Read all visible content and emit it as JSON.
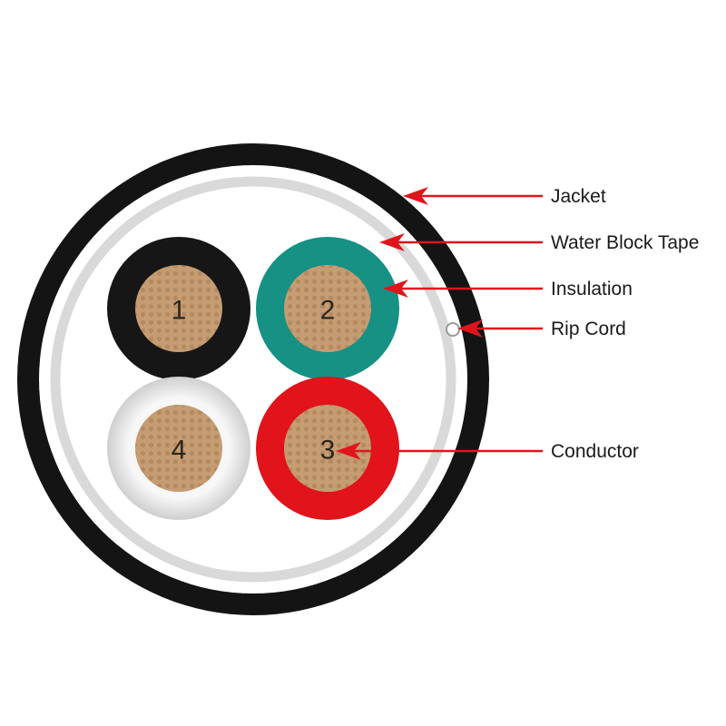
{
  "colors": {
    "jacket": "#141414",
    "water_block_tape": "#d9d9d9",
    "filler": "#ffffff",
    "arrow": "#e0151c",
    "conductor_fill": "#c69c72",
    "conductor_strand": "#a77c52"
  },
  "labels": {
    "jacket": "Jacket",
    "water_block_tape": "Water Block Tape",
    "insulation": "Insulation",
    "rip_cord": "Rip Cord",
    "conductor": "Conductor"
  },
  "conductors": [
    {
      "number": "1",
      "insulation_color": "#161616"
    },
    {
      "number": "2",
      "insulation_color": "#169184"
    },
    {
      "number": "3",
      "insulation_color": "#e0141a"
    },
    {
      "number": "4",
      "insulation_color": "#f2f2f2"
    }
  ]
}
